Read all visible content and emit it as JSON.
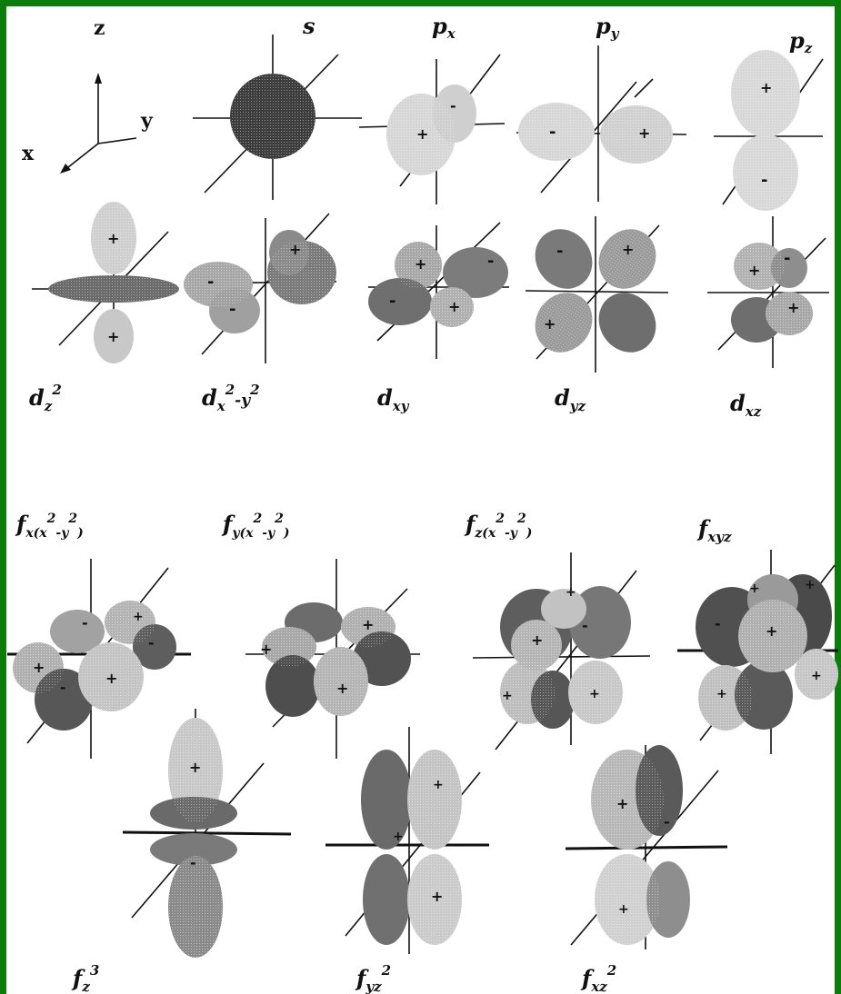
{
  "frame": {
    "border_color": "#0b7d0b",
    "background": "#ffffff"
  },
  "axes_legend": {
    "z": "z",
    "y": "y",
    "x": "x"
  },
  "labels": {
    "s": "s",
    "px": {
      "base": "p",
      "sub": "x"
    },
    "py": {
      "base": "p",
      "sub": "y"
    },
    "pz": {
      "base": "p",
      "sub": "z"
    },
    "dz2": {
      "base": "d",
      "sub": "z",
      "sup": "2"
    },
    "dx2y2": {
      "base": "d",
      "sub": "x",
      "sup1": "2",
      "mid": "-y",
      "sup2": "2"
    },
    "dxy": {
      "base": "d",
      "sub": "xy"
    },
    "dyz": {
      "base": "d",
      "sub": "yz"
    },
    "dxz": {
      "base": "d",
      "sub": "xz"
    },
    "fx": {
      "base": "f",
      "sub1": "x(x",
      "sup1": "2",
      "sub2": "-y",
      "sup2": "2",
      "sub3": ")"
    },
    "fy": {
      "base": "f",
      "sub1": "y(x",
      "sup1": "2",
      "sub2": "-y",
      "sup2": "2",
      "sub3": ")"
    },
    "fz": {
      "base": "f",
      "sub1": "z(x",
      "sup1": "2",
      "sub2": "-y",
      "sup2": "2",
      "sub3": ")"
    },
    "fxyz": {
      "base": "f",
      "sub": "xyz"
    },
    "fz3": {
      "base": "f",
      "sub": "z",
      "sup": "3"
    },
    "fyz2": {
      "base": "f",
      "sub": "yz",
      "sup": "2"
    },
    "fxz2": {
      "base": "f",
      "sub": "xz",
      "sup": "2"
    }
  },
  "signs": {
    "plus": "+",
    "minus": "-"
  },
  "shading": {
    "light": "#d9d9d9",
    "medium": "#a6a6a6",
    "dark": "#6e6e6e",
    "darker": "#4a4a4a"
  }
}
